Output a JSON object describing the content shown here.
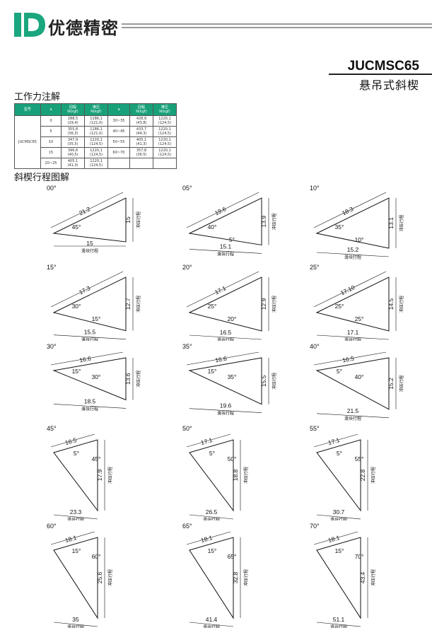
{
  "header": {
    "brand": "优德精密",
    "model": "JUCMSC65",
    "subtitle": "悬吊式斜楔",
    "logo_color": "#1aa67e"
  },
  "sections": {
    "force_title": "工作力注解",
    "travel_title": "斜楔行程图解"
  },
  "table": {
    "header_color": "#18a07a",
    "headers": [
      "型号",
      "a",
      "回程\nN(kgf)",
      "推压\nN(kgf)",
      "a",
      "回程\nN(kgf)",
      "推压\nN(kgf)"
    ],
    "model": "JUCMSC65",
    "rows": [
      [
        "0",
        "288,5\n(29,4)",
        "1186,1\n(121,0)",
        "30~35",
        "428,9\n(43,8)",
        "1220,1\n(124,5)"
      ],
      [
        "5",
        "355,8\n(36,3)",
        "1186,1\n(121,0)",
        "40~45",
        "433,7\n(44,3)",
        "1220,1\n(124,5)"
      ],
      [
        "10",
        "347,9\n(35,5)",
        "1220,1\n(124,5)",
        "50~55",
        "405,1\n(41,3)",
        "1220,1\n(124,5)"
      ],
      [
        "15",
        "396,6\n(40,5)",
        "1220,1\n(124,5)",
        "60~70",
        "357,8\n(36,5)",
        "1220,1\n(124,5)"
      ],
      [
        "20~25",
        "405,1\n(41,3)",
        "1220,1\n(124,5)",
        "",
        "",
        ""
      ]
    ]
  },
  "labels": {
    "slide": "滑块行程",
    "press": "冲压行程"
  },
  "diagrams": [
    {
      "angle": "00°",
      "hyp": "21.2",
      "vert": "15",
      "base": "15",
      "a1": "45°",
      "a2": ""
    },
    {
      "angle": "05°",
      "hyp": "19.6",
      "vert": "13.9",
      "base": "15.1",
      "a1": "40°",
      "a2": "5°"
    },
    {
      "angle": "10°",
      "hyp": "18.3",
      "vert": "13.1",
      "base": "15.2",
      "a1": "35°",
      "a2": "10°"
    },
    {
      "angle": "15°",
      "hyp": "17.3",
      "vert": "12.7",
      "base": "15.5",
      "a1": "30°",
      "a2": "15°"
    },
    {
      "angle": "20°",
      "hyp": "17.1",
      "vert": "12.9",
      "base": "16.5",
      "a1": "25°",
      "a2": "20°"
    },
    {
      "angle": "25°",
      "hyp": "17.10",
      "vert": "14.5",
      "base": "17.1",
      "a1": "25°",
      "a2": "25°"
    },
    {
      "angle": "30°",
      "hyp": "16.6",
      "vert": "13.6",
      "base": "18.5",
      "a1": "15°",
      "a2": "30°"
    },
    {
      "angle": "35°",
      "hyp": "16.6",
      "vert": "15.5",
      "base": "19.6",
      "a1": "15°",
      "a2": "35°"
    },
    {
      "angle": "40°",
      "hyp": "16.5",
      "vert": "15.2",
      "base": "21.5",
      "a1": "5°",
      "a2": "40°"
    },
    {
      "angle": "45°",
      "hyp": "16.5",
      "vert": "17.9",
      "base": "23.3",
      "a1": "5°",
      "a2": "45°"
    },
    {
      "angle": "50°",
      "hyp": "17.1",
      "vert": "18.8",
      "base": "26.5",
      "a1": "5°",
      "a2": "50°"
    },
    {
      "angle": "55°",
      "hyp": "17.1",
      "vert": "22.8",
      "base": "30.7",
      "a1": "5°",
      "a2": "55°"
    },
    {
      "angle": "60°",
      "hyp": "18.1",
      "vert": "25.6",
      "base": "35",
      "a1": "15°",
      "a2": "60°"
    },
    {
      "angle": "65°",
      "hyp": "18.1",
      "vert": "32.8",
      "base": "41.4",
      "a1": "15°",
      "a2": "65°"
    },
    {
      "angle": "70°",
      "hyp": "18.1",
      "vert": "43.4",
      "base": "51.1",
      "a1": "15°",
      "a2": "70°"
    }
  ]
}
